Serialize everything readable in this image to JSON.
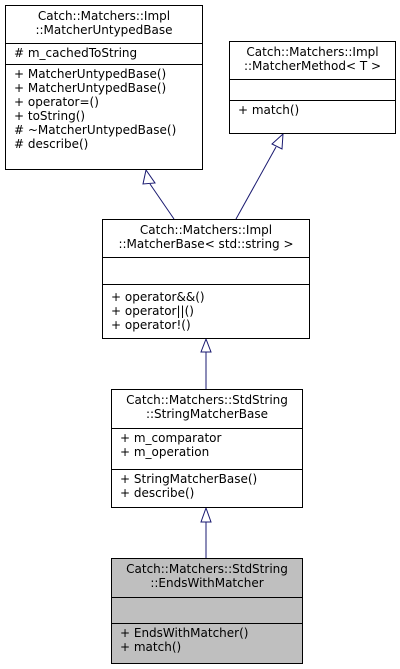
{
  "classes": {
    "untyped": {
      "name": [
        "Catch::Matchers::Impl",
        "::MatcherUntypedBase"
      ],
      "attributes": [
        "# m_cachedToString"
      ],
      "methods": [
        "+ MatcherUntypedBase()",
        "+ MatcherUntypedBase()",
        "+ operator=()",
        "+ toString()",
        "# ~MatcherUntypedBase()",
        "# describe()"
      ]
    },
    "method": {
      "name": [
        "Catch::Matchers::Impl",
        "::MatcherMethod< T >"
      ],
      "attributes": [],
      "methods": [
        "+ match()"
      ]
    },
    "base": {
      "name": [
        "Catch::Matchers::Impl",
        "::MatcherBase< std::string >"
      ],
      "attributes": [],
      "methods": [
        "+ operator&&()",
        "+ operator||()",
        "+ operator!()"
      ]
    },
    "strbase": {
      "name": [
        "Catch::Matchers::StdString",
        "::StringMatcherBase"
      ],
      "attributes": [
        "+ m_comparator",
        "+ m_operation"
      ],
      "methods": [
        "+ StringMatcherBase()",
        "+ describe()"
      ]
    },
    "endswith": {
      "name": [
        "Catch::Matchers::StdString",
        "::EndsWithMatcher"
      ],
      "attributes": [],
      "methods": [
        "+ EndsWithMatcher()",
        "+ match()"
      ]
    }
  },
  "colors": {
    "edge": "#191970",
    "highlight": "#bfbfbf"
  }
}
